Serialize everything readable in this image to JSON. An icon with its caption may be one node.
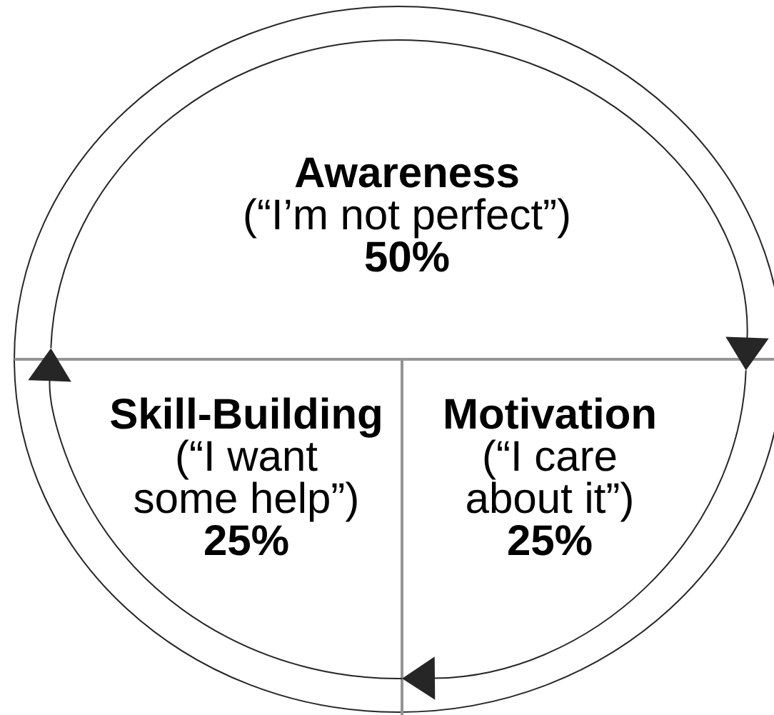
{
  "diagram": {
    "nodes": [
      {
        "text": [
          "Awareness",
          "(“I’m not perfect”)",
          "50%"
        ]
      },
      {
        "text": [
          "Skill-Building",
          "(“I want some help”)",
          "25%"
        ]
      },
      {
        "text": [
          "Motivation",
          "(“I care about it”)",
          "25%"
        ]
      }
    ],
    "edges": [
      {
        "from": 0,
        "to": 2,
        "arrow": "to"
      },
      {
        "from": 2,
        "to": 1,
        "arrow": "to"
      },
      {
        "from": 1,
        "to": 0,
        "arrow": "to"
      }
    ]
  }
}
